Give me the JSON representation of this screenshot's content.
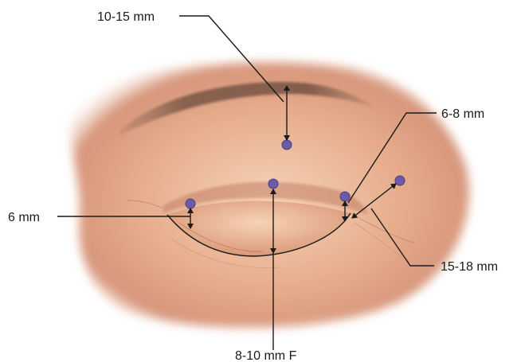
{
  "diagram": {
    "labels": {
      "brow_height": "10-15 mm",
      "lateral_upper": "6-8 mm",
      "medial": "6 mm",
      "lateral_canthus": "15-18 mm",
      "central_crease": "8-10 mm F"
    },
    "colors": {
      "skin_light": "#f2c9ab",
      "skin_mid": "#dfa07f",
      "skin_dark": "#b86e52",
      "brow": "#7d5a4a",
      "marker": "#6b5aa8",
      "line": "#1a1a1a"
    }
  }
}
